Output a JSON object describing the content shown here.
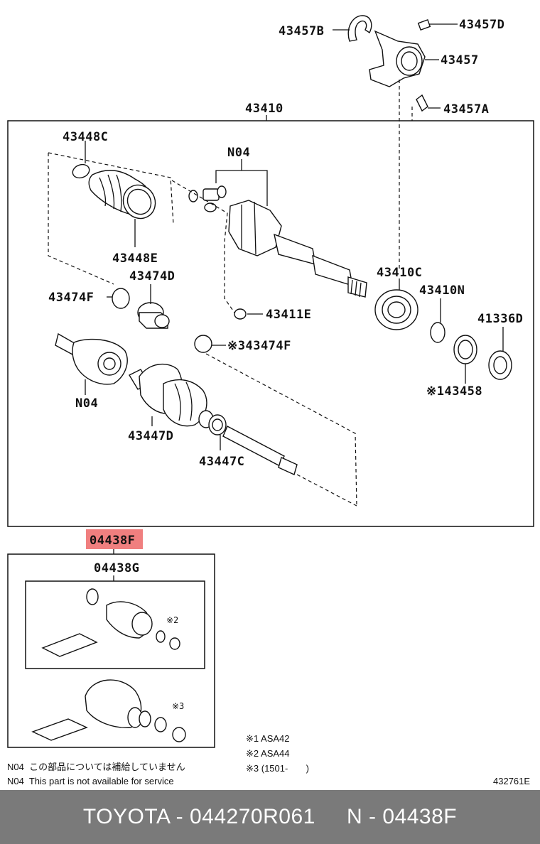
{
  "labels": {
    "l43457b": "43457B",
    "l43457d": "43457D",
    "l43457": "43457",
    "l43457a": "43457A",
    "l43410": "43410",
    "l43448c": "43448C",
    "l_n04_top": "N04",
    "l43448e": "43448E",
    "l43474d": "43474D",
    "l43474f": "43474F",
    "l43411e": "43411E",
    "l43410c": "43410C",
    "l43410n": "43410N",
    "l41336d": "41336D",
    "l43474f_b": "※343474F",
    "l_n04_bot": "N04",
    "l43447d": "43447D",
    "l43447c": "43447C",
    "l43458": "※143458",
    "l04438f": "04438F",
    "l04438g": "04438G",
    "mark2": "※2",
    "mark3": "※3"
  },
  "notes": {
    "n1": "※1 ASA42",
    "n2": "※2 ASA44",
    "n3": "※3 (1501-       )",
    "jp": "N04  この部品については補給していません",
    "en": "N04  This part is not available for service",
    "code": "432761E"
  },
  "footer": {
    "text": "TOYOTA - 044270R061     N - 04438F"
  },
  "colors": {
    "highlight": "#f07f7f",
    "footer_bg": "#7a7a7a"
  }
}
